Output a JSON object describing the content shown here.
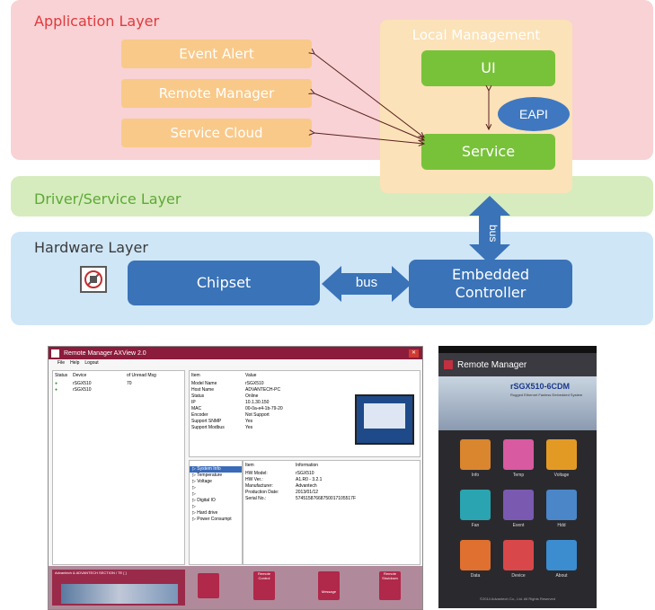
{
  "diagram": {
    "layers": {
      "application": "Application Layer",
      "driver": "Driver/Service Layer",
      "hardware": "Hardware Layer"
    },
    "app_boxes": [
      "Event Alert",
      "Remote Manager",
      "Service Cloud"
    ],
    "local_management": {
      "title": "Local Management",
      "ui": "UI",
      "eapi": "EAPI",
      "service": "Service"
    },
    "hardware": {
      "chipset": "Chipset",
      "bus_horizontal": "bus",
      "bus_vertical": "bus",
      "embedded_controller": "Embedded Controller"
    },
    "colors": {
      "app_layer": "#f8d2d4",
      "driver_layer": "#d6ecbe",
      "hardware_layer": "#cfe6f7",
      "app_title": "#e03a3e",
      "driver_title": "#5ea836",
      "hardware_title": "#3a3a3a",
      "local_mgmt": "#fbe2b8"
    }
  },
  "desktop_app": {
    "title": "Remote Manager  AXView 2.0",
    "menu": [
      "File",
      "Help",
      "Logout"
    ],
    "device_list": {
      "headers": [
        "Status",
        "Device",
        "of Unread Msg"
      ],
      "rows": [
        {
          "device": "rSGX510",
          "count": "70"
        },
        {
          "device": "rSGX510",
          "count": ""
        }
      ]
    },
    "info_table": {
      "headers": [
        "Item",
        "Value"
      ],
      "rows": [
        [
          "Model Name",
          "rSGX510"
        ],
        [
          "Host Name",
          "ADVANTECH-PC"
        ],
        [
          "Status",
          "Online"
        ],
        [
          "IP",
          "10.1.30.150"
        ],
        [
          "MAC",
          "00-0a-e4-1b-79-20"
        ],
        [
          "Encoder",
          "Not Support"
        ],
        [
          "Support SNMP",
          "Yes"
        ],
        [
          "Support Modbus",
          "Yes"
        ]
      ]
    },
    "tree": [
      "System Info",
      "Temperature",
      "Voltage",
      "",
      "",
      "Digital IO",
      "",
      "Hard drive",
      "Power Consumpt"
    ],
    "detail_table": {
      "headers": [
        "Item",
        "Information"
      ],
      "rows": [
        [
          "HW Model:",
          "rSGX510"
        ],
        [
          "HW Ver.:",
          "A1.R0 - 3.2.1"
        ],
        [
          "Manufacturer:",
          "Advantech"
        ],
        [
          "Production Date:",
          "2013/01/12"
        ],
        [
          "Serial No.:",
          "57451587668750017105517F"
        ]
      ]
    },
    "banner": "Advantech & ADVANTECH SECTION / TE [ ]",
    "toolbar": [
      "",
      "Remote Control",
      "Message",
      "Remote Shutdown"
    ]
  },
  "mobile_app": {
    "title": "Remote Manager",
    "product": "rSGX510-6CDM",
    "product_sub": "Rugged Ethernet Fanless Embedded System",
    "tiles": [
      {
        "label": "Info",
        "color": "#d9862f"
      },
      {
        "label": "Temp",
        "color": "#d85aa0"
      },
      {
        "label": "Voltage",
        "color": "#e39a25"
      },
      {
        "label": "Fan",
        "color": "#2aa4b0"
      },
      {
        "label": "Event",
        "color": "#7a5ab0"
      },
      {
        "label": "Hdd",
        "color": "#4a86c8"
      },
      {
        "label": "Data",
        "color": "#e07030"
      },
      {
        "label": "Device",
        "color": "#d8484a"
      },
      {
        "label": "About",
        "color": "#3c8cd0"
      }
    ],
    "footer": "©2014 Advantech Co., Ltd. All Rights Reserved"
  }
}
